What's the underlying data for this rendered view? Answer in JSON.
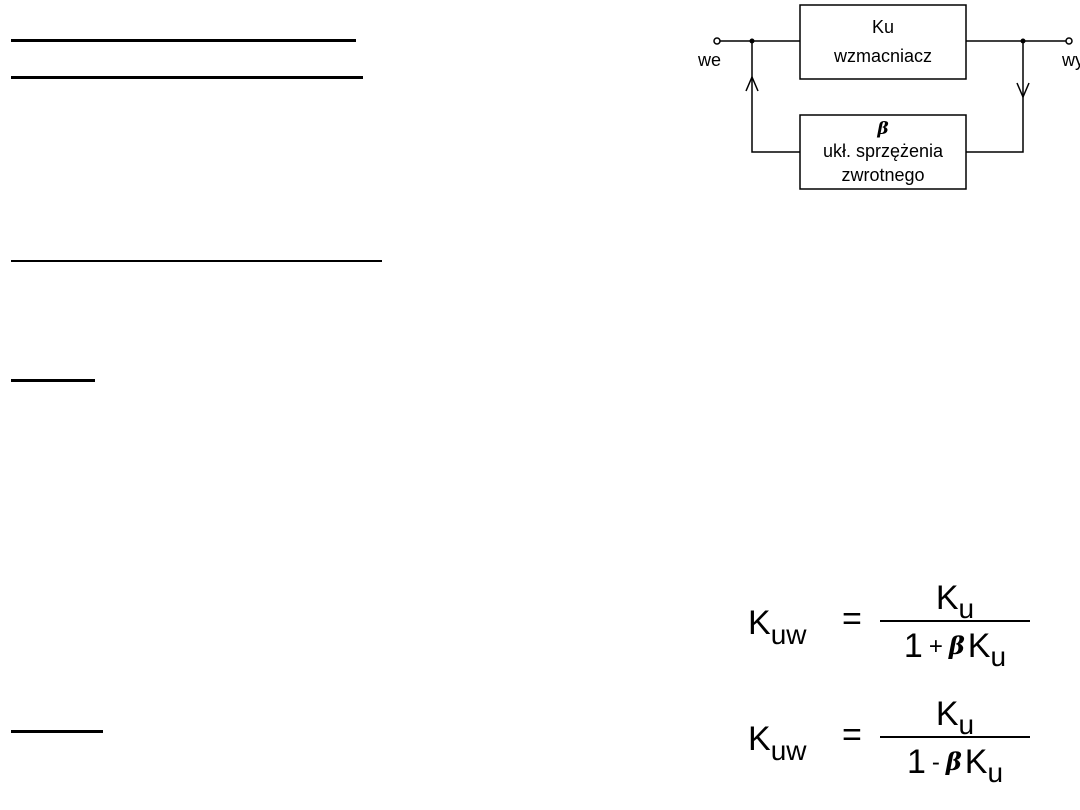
{
  "document": {
    "underlined_blanks": [
      {
        "id": "blank-1",
        "text": ""
      },
      {
        "id": "blank-2",
        "text": ""
      },
      {
        "id": "blank-3",
        "text": ""
      },
      {
        "id": "blank-4",
        "text": ""
      },
      {
        "id": "blank-5",
        "text": ""
      }
    ]
  },
  "diagram": {
    "input_label": "we",
    "output_label": "wy",
    "amplifier_block": {
      "line1": "Ku",
      "line2": "wzmacniacz"
    },
    "feedback_block": {
      "line1": "β",
      "line2": "ukł. sprzężenia",
      "line3": "zwrotnego"
    }
  },
  "formulas": [
    {
      "id": "negative-feedback",
      "lhs": "K",
      "lhs_sub": "uw",
      "equals": "=",
      "numerator": "K",
      "numerator_sub": "u",
      "den_one": "1",
      "den_op": "+",
      "den_beta": "β",
      "den_k": "K",
      "den_sub": "u"
    },
    {
      "id": "positive-feedback",
      "lhs": "K",
      "lhs_sub": "uw",
      "equals": "=",
      "numerator": "K",
      "numerator_sub": "u",
      "den_one": "1",
      "den_op": "-",
      "den_beta": "β",
      "den_k": "K",
      "den_sub": "u"
    }
  ]
}
